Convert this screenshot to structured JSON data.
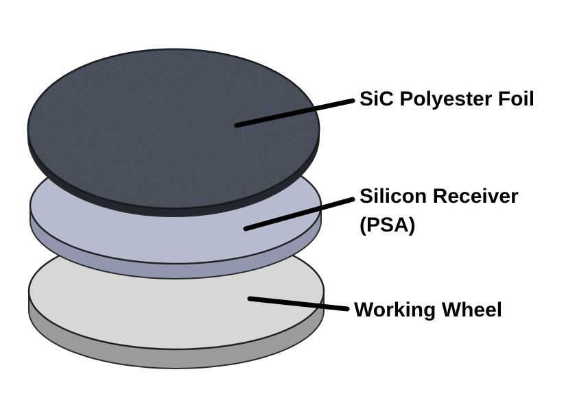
{
  "background_color": "#ffffff",
  "leader_line_color": "#000000",
  "label_text_color": "#000000",
  "discs": [
    {
      "label_lines": [
        "SiC Polyester Foil"
      ],
      "face_color": "#4a505e",
      "side_color": "#23262e"
    },
    {
      "label_lines": [
        "Silicon Receiver",
        "(PSA)"
      ],
      "face_color": "#b6bbce",
      "side_color": "#9297ad"
    },
    {
      "label_lines": [
        "Working Wheel"
      ],
      "face_color": "#d7d7d7",
      "side_color": "#9b9b9b"
    }
  ]
}
